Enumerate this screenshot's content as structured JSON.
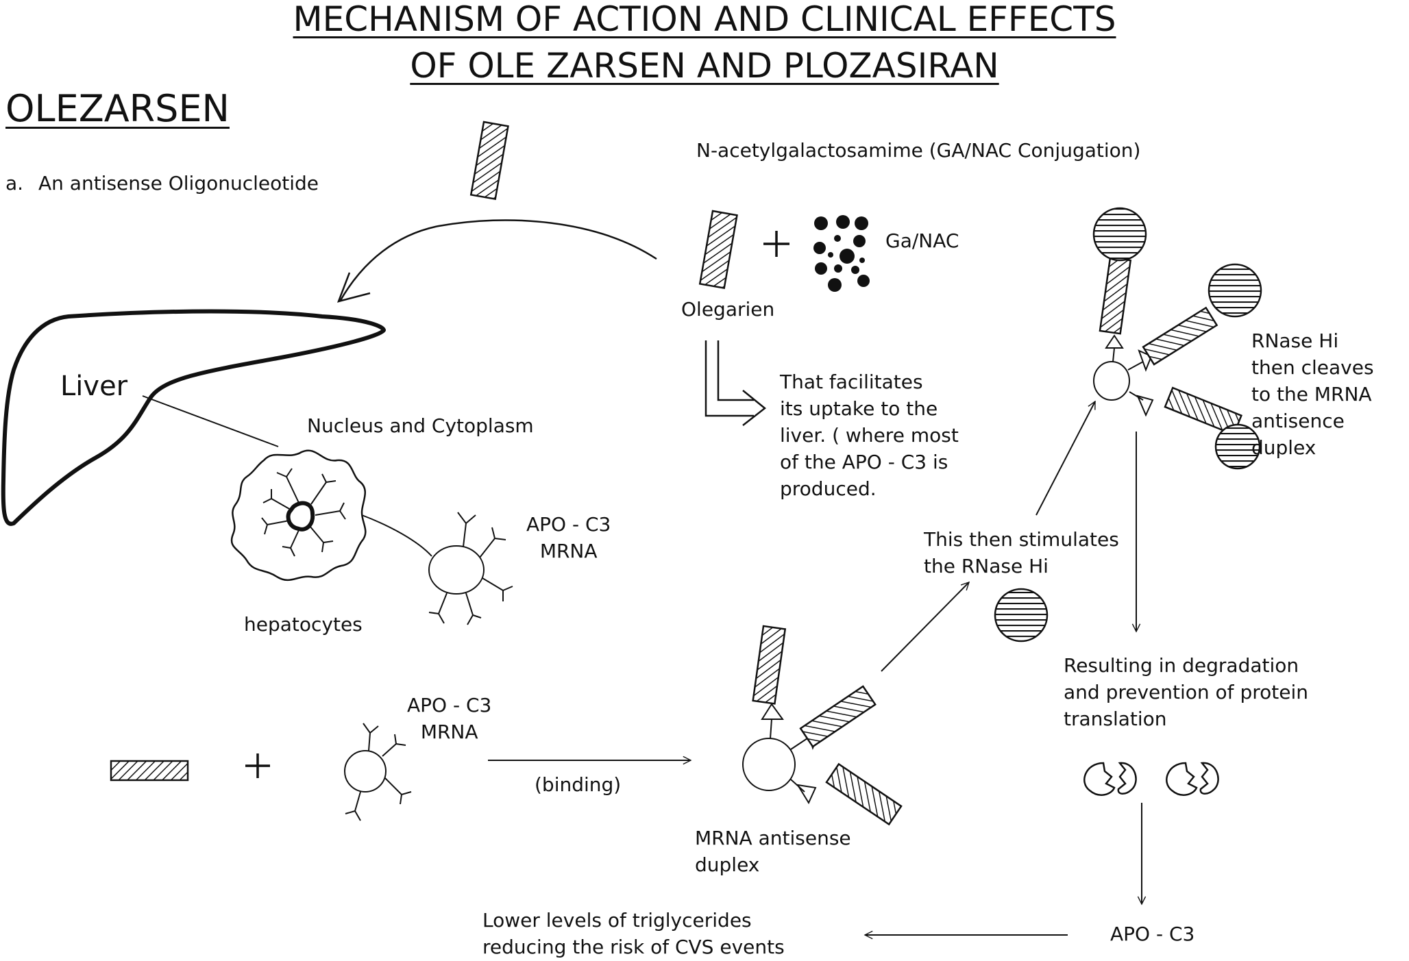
{
  "title_line1": "MECHANISM OF ACTION AND CLINICAL EFFECTS",
  "title_line2": "OF OLE ZARSEN AND PLOZASIRAN",
  "section_heading": "OLEZARSEN",
  "item_a_marker": "a.",
  "item_a_text": "An antisense Oligonucleotide",
  "conjugation_label": "N-acetylgalactosamime (GA/NAC Conjugation)",
  "galnac_label": "Ga/NAC",
  "olegarien_label": "Olegarien",
  "plus_sign": "+",
  "uptake_text": "That facilitates\nits uptake to the\nliver. ( where most\nof the APO - C3 is\nproduced.",
  "liver_label": "Liver",
  "nucleus_label": "Nucleus and Cytoplasm",
  "hepatocytes_label": "hepatocytes",
  "apoc3_mrna_label": "APO - C3\nMRNA",
  "apoc3_mrna_label2": "APO - C3\nMRNA",
  "binding_label": "(binding)",
  "duplex_label": "MRNA antisense\nduplex",
  "stimulates_text": "This then stimulates\nthe RNase Hi",
  "rnase_cleaves_text": "RNase Hi\nthen cleaves\nto the MRNA\nantisence duplex",
  "degradation_text": "Resulting in degradation\nand prevention of protein\ntranslation",
  "apoc3_label": "APO - C3",
  "outcome_text": "Lower levels of triglycerides\nreducing the risk of CVS events"
}
